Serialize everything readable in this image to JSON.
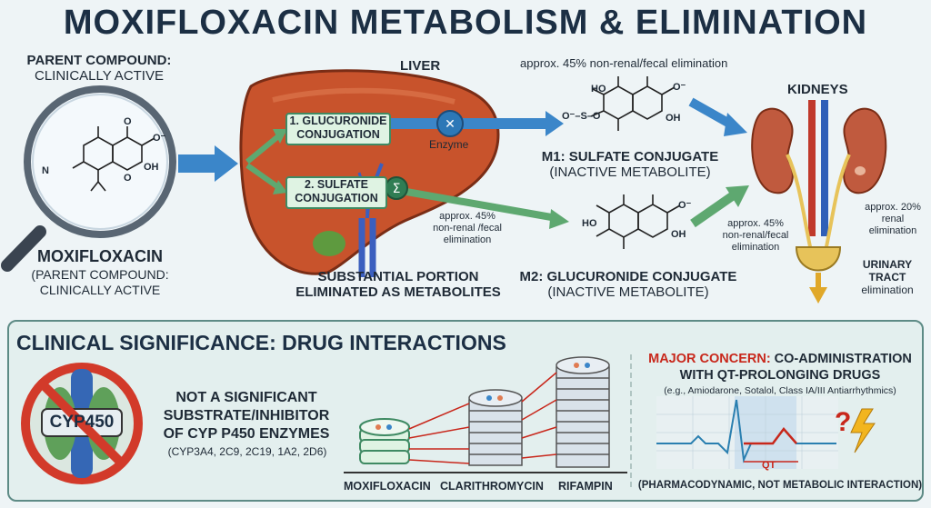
{
  "title": "MOXIFLOXACIN METABOLISM & ELIMINATION",
  "parent": {
    "top_line1": "PARENT COMPOUND:",
    "top_line2": "CLINICALLY ACTIVE",
    "name": "MOXIFLOXACIN",
    "sub_line1": "(PARENT COMPOUND:",
    "sub_line2": "CLINICALLY ACTIVE"
  },
  "liver": {
    "label": "LIVER",
    "step1_line1": "1. GLUCURONIDE",
    "step1_line2": "CONJUGATION",
    "step2_line1": "2. SULFATE",
    "step2_line2": "CONJUGATION",
    "enzyme": "Enzyme",
    "caption_line1": "SUBSTANTIAL PORTION",
    "caption_line2": "ELIMINATED AS METABOLITES"
  },
  "elim_top": "approx. 45% non-renal/fecal elimination",
  "elim_mid": {
    "line1": "approx. 45%",
    "line2": "non-renal /fecal",
    "line3": "elimination"
  },
  "elim_right": {
    "line1": "approx. 45%",
    "line2": "non-renal/fecal",
    "line3": "elimination"
  },
  "m1": {
    "line1": "M1: SULFATE CONJUGATE",
    "line2": "(INACTIVE METABOLITE)"
  },
  "m2": {
    "line1": "M2: GLUCURONIDE CONJUGATE",
    "line2": "(INACTIVE METABOLITE)"
  },
  "kidneys": {
    "label": "KIDNEYS",
    "renal_line1": "approx. 20%",
    "renal_line2": "renal",
    "renal_line3": "elimination",
    "urinary_line1": "URINARY",
    "urinary_line2": "TRACT",
    "urinary_line3": "elimination"
  },
  "clinical": {
    "header": "CLINICAL SIGNIFICANCE: DRUG INTERACTIONS",
    "cyp_badge": "CYP450",
    "not_line1": "NOT A SIGNIFICANT",
    "not_line2": "SUBSTRATE/INHIBITOR",
    "not_line3": "OF CYP P450 ENZYMES",
    "not_line4": "(CYP3A4, 2C9, 2C19, 1A2, 2D6)",
    "drug1": "MOXIFLOXACIN",
    "drug2": "CLARITHROMYCIN",
    "drug3": "RIFAMPIN",
    "concern_prefix": "MAJOR CONCERN:",
    "concern_rest": " CO-ADMINISTRATION",
    "concern_line2": "WITH QT-PROLONGING DRUGS",
    "examples": "(e.g., Amiodarone, Sotalol, Class IA/III Antiarrhythmics)",
    "qt": "QT",
    "footnote": "(PHARMACODYNAMIC, NOT METABOLIC INTERACTION)"
  },
  "chem": {
    "o": "O",
    "oh": "OH",
    "ho": "HO",
    "n": "N",
    "ominus": "O⁻",
    "sulfate_group": "O⁻–S–O"
  },
  "colors": {
    "liver": "#c8532c",
    "arrow_blue": "#3b86c9",
    "arrow_green": "#5ea870",
    "kidney": "#c05a3e",
    "bladder": "#e7c35a",
    "danger": "#c8271b"
  }
}
